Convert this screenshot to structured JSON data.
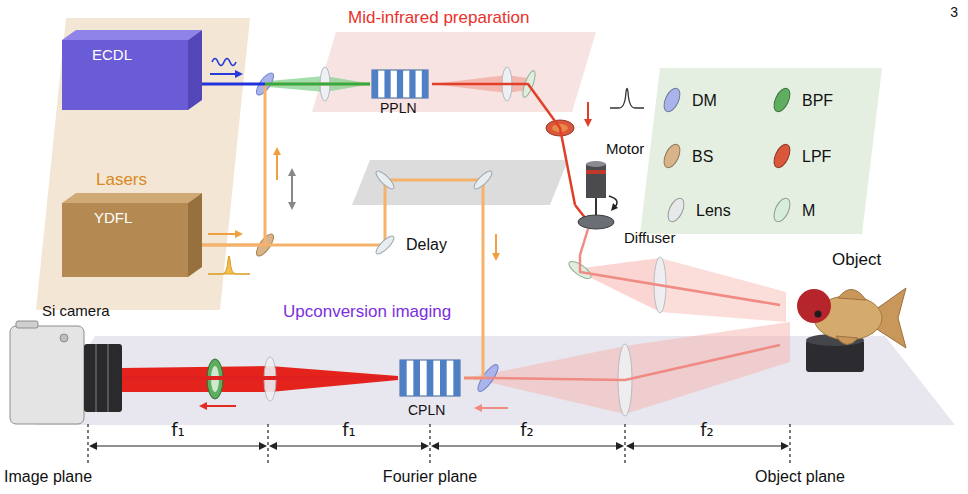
{
  "diagram": {
    "nodes": [
      {
        "text": [
          "Lasers"
        ]
      },
      {
        "text": [
          "ECDL"
        ],
        "in": 0
      },
      {
        "text": [
          "YDFL"
        ],
        "in": 0
      },
      {
        "text": [
          "Mid-infrared preparation"
        ]
      },
      {
        "text": [
          "PPLN"
        ],
        "in": 3
      },
      {
        "text": [
          "Delay"
        ]
      },
      {
        "text": [
          "Motor"
        ]
      },
      {
        "text": [
          "Diffuser"
        ]
      },
      {
        "text": [
          "Object"
        ]
      },
      {
        "text": [
          "Upconversion imaging"
        ]
      },
      {
        "text": [
          "Si camera"
        ],
        "in": 9
      },
      {
        "text": [
          "CPLN"
        ],
        "in": 9
      }
    ],
    "edges": [
      {
        "from": 1,
        "to": 4,
        "arrow": "none"
      },
      {
        "from": 2,
        "to": 4,
        "arrow": "none"
      },
      {
        "from": 2,
        "to": 5,
        "arrow": "none"
      },
      {
        "from": 5,
        "to": 11,
        "arrow": "none"
      },
      {
        "from": 4,
        "to": 7,
        "arrow": "none"
      },
      {
        "from": 7,
        "to": 8,
        "arrow": "none"
      },
      {
        "from": 8,
        "to": 11,
        "arrow": "none"
      },
      {
        "from": 11,
        "to": 10,
        "arrow": "none"
      }
    ],
    "labels": [
      "3",
      "f₁",
      "f₁",
      "f₂",
      "f₂",
      "Image plane",
      "Fourier plane",
      "Object plane"
    ],
    "legend": [
      {
        "text": "DM",
        "color": "#a9b4ec"
      },
      {
        "text": "BPF",
        "color": "#5fae5f"
      },
      {
        "text": "BS",
        "color": "#d9b48a"
      },
      {
        "text": "LPF",
        "color": "#d9573a"
      },
      {
        "text": "Lens",
        "color": "#e6e8ea"
      },
      {
        "text": "M",
        "color": "#d7ecd9"
      }
    ]
  }
}
